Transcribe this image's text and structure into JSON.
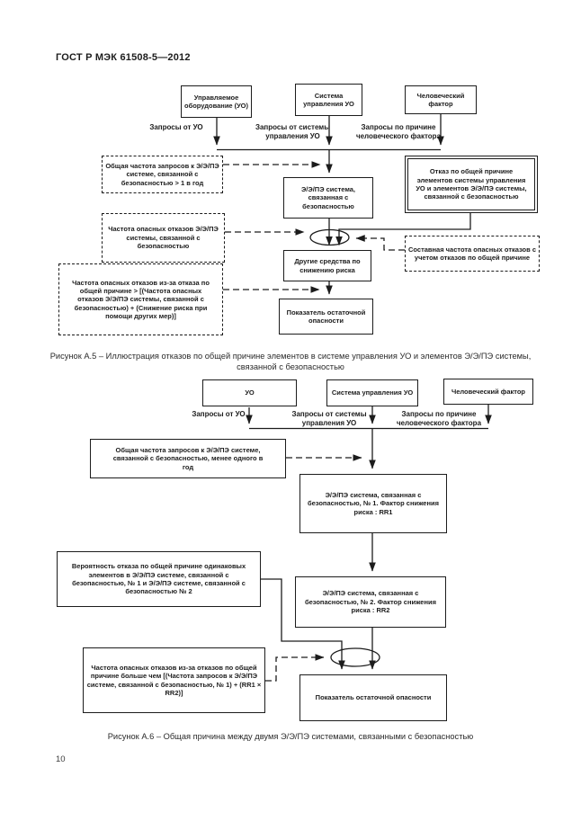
{
  "page": {
    "header": "ГОСТ Р МЭК 61508-5—2012",
    "page_number": "10"
  },
  "fig_a5": {
    "caption": "Рисунок А.5 – Иллюстрация отказов по общей причине элементов в системе управления УО и элементов Э/Э/ПЭ системы, связанной с безопасностью",
    "boxes": {
      "uo": "Управляемое оборудование (УО)",
      "control_system": "Система управления УО",
      "human_factor": "Человеческий фактор",
      "demand_rate": "Общая частота запросов к Э/Э/ПЭ системе, связанной с безопасностью > 1 в год",
      "failure_rate": "Частота опасных отказов Э/Э/ПЭ системы, связанной с безопасностью",
      "ccf_formula": "Частота опасных отказов из-за отказа по общей причине > [(Частота опасных отказов Э/Э/ПЭ системы, связанной с безопасностью) + (Снижение риска при помощи других мер)]",
      "eepe_system": "Э/Э/ПЭ система, связанная с безопасностью",
      "other_measures": "Другие средства по снижению риска",
      "residual_hazard": "Показатель остаточной опасности",
      "common_cause": "Отказ по общей причине элементов системы управления УО и элементов Э/Э/ПЭ системы, связанной с безопасностью",
      "combined_rate": "Составная частота опасных отказов с учетом отказов по общей причине"
    },
    "labels": {
      "from_uo": "Запросы от УО",
      "from_control": "Запросы от системы управления УО",
      "from_human": "Запросы по причине человеческого фактора"
    }
  },
  "fig_a6": {
    "caption": "Рисунок А.6 – Общая причина между двумя Э/Э/ПЭ системами, связанными с безопасностью",
    "boxes": {
      "uo": "УО",
      "control_system": "Система управления УО",
      "human_factor": "Человеческий фактор",
      "demand_rate": "Общая частота запросов к Э/Э/ПЭ системе, связанной с безопасностью, менее одного в год",
      "system1": "Э/Э/ПЭ система, связанная с безопасностью, № 1. Фактор снижения риска : RR1",
      "system2": "Э/Э/ПЭ система, связанная с безопасностью, № 2. Фактор снижения риска : RR2",
      "ccf_probability": "Вероятность отказа по общей причине одинаковых элементов в Э/Э/ПЭ системе, связанной с безопасностью, № 1 и Э/Э/ПЭ системе, связанной с безопасностью № 2",
      "ccf_formula": "Частота опасных отказов из-за отказов по общей причине больше чем [(Частота запросов к Э/Э/ПЭ системе, связанной с безопасностью, № 1) + (RR1 × RR2)]",
      "residual_hazard": "Показатель остаточной опасности"
    },
    "labels": {
      "from_uo": "Запросы от УО",
      "from_control": "Запросы от системы управления УО",
      "from_human": "Запросы по причине человеческого фактора"
    }
  }
}
